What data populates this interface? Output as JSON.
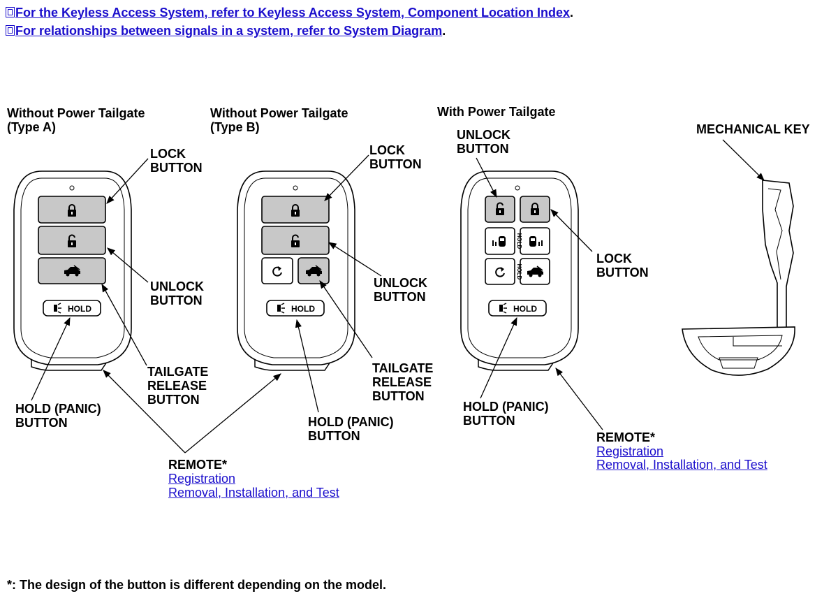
{
  "header_links": [
    {
      "text": "For the Keyless Access System, refer to Keyless Access System, Component Location Index",
      "suffix": "."
    },
    {
      "text": "For relationships between signals in a system, refer to System Diagram",
      "suffix": "."
    }
  ],
  "fobs": [
    {
      "title_line1": "Without Power Tailgate",
      "title_line2": "(Type A)"
    },
    {
      "title_line1": "Without Power Tailgate",
      "title_line2": "(Type B)"
    },
    {
      "title_line1": "With Power Tailgate"
    }
  ],
  "labels": {
    "lock_button": "LOCK\nBUTTON",
    "unlock_button": "UNLOCK\nBUTTON",
    "tailgate_release_button": "TAILGATE\nRELEASE\nBUTTON",
    "hold_panic_button": "HOLD (PANIC)\nBUTTON",
    "mechanical_key": "MECHANICAL KEY",
    "remote": "REMOTE*",
    "hold_text": "HOLD",
    "hold_vertical": "HOLD"
  },
  "remote_links": {
    "registration": "Registration",
    "removal": "Removal, Installation, and Test"
  },
  "footnote": "*: The design of the button is different depending on the model."
}
